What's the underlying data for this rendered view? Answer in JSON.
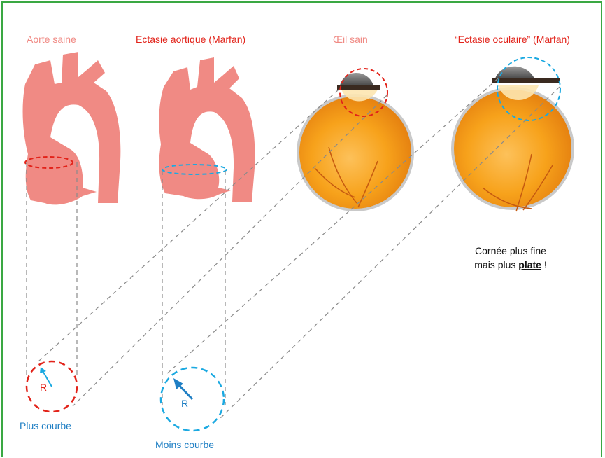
{
  "titles": {
    "aorte_saine": "Aorte saine",
    "ectasie_aortique": "Ectasie aortique (Marfan)",
    "oeil_sain": "Œil sain",
    "ectasie_oculaire": "“Ectasie oculaire” (Marfan)"
  },
  "note": {
    "line1": "Cornée plus fine",
    "line2_prefix": "mais plus ",
    "line2_bold": "plate",
    "line2_suffix": " !"
  },
  "circles": {
    "small_r": "R",
    "large_r": "R",
    "small_caption": "Plus courbe",
    "large_caption": "Moins courbe"
  },
  "colors": {
    "frame": "#3aa843",
    "aorta": "#f08a84",
    "red": "#e2231a",
    "blue": "#1ba9e1",
    "eye": "#f7a21b"
  }
}
